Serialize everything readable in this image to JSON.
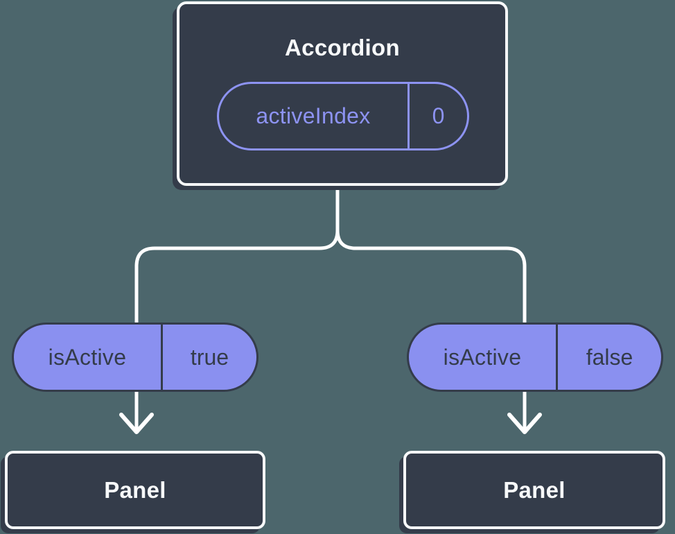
{
  "tree": {
    "root": {
      "label": "Accordion",
      "prop": {
        "name": "activeIndex",
        "value": "0"
      }
    },
    "children": [
      {
        "label": "Panel",
        "prop": {
          "name": "isActive",
          "value": "true"
        }
      },
      {
        "label": "Panel",
        "prop": {
          "name": "isActive",
          "value": "false"
        }
      }
    ]
  },
  "colors": {
    "background": "#4C666C",
    "node_fill": "#343C4A",
    "node_border": "#F7F9FA",
    "pill_fill": "#8A90F0",
    "prop_outline": "#8D93F2",
    "connector": "#FFFFFF"
  }
}
